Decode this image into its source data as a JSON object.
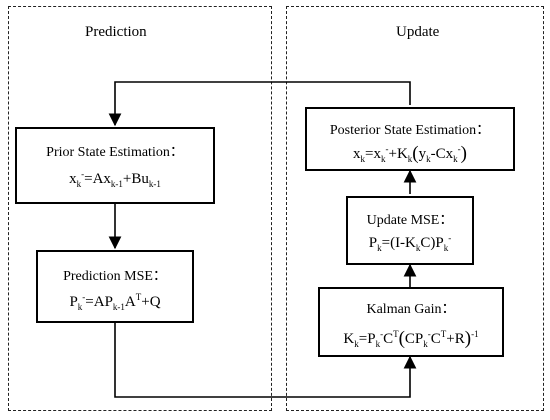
{
  "panels": {
    "prediction": {
      "title": "Prediction"
    },
    "update": {
      "title": "Update"
    }
  },
  "boxes": {
    "prior": {
      "title": "Prior State Estimation：",
      "equation": {
        "lhs": "x",
        "lhs_sub": "k",
        "lhs_sup": "-",
        "eq": "=Ax",
        "t1_sub": "k-1",
        "plus": "+Bu",
        "t2_sub": "k-1"
      }
    },
    "pred_mse": {
      "title": "Prediction MSE：",
      "equation": {
        "lhs": "P",
        "lhs_sub": "k",
        "lhs_sup": "-",
        "eq": "=AP",
        "t1_sub": "k-1",
        "mid": "A",
        "mid_sup": "T",
        "tail": "+Q"
      }
    },
    "posterior": {
      "title": "Posterior State Estimation：",
      "equation": {
        "lhs": "x",
        "lhs_sub": "k",
        "eq": "=x",
        "t1_sub": "k",
        "t1_sup": "-",
        "plus": "+K",
        "k_sub": "k",
        "open": "(",
        "y": "y",
        "y_sub": "k",
        "minus": "-Cx",
        "cx_sub": "k",
        "cx_sup": "-",
        "close": ")"
      }
    },
    "update_mse": {
      "title": "Update MSE：",
      "equation": {
        "lhs": "P",
        "lhs_sub": "k",
        "eq": "=(I-K",
        "k_sub": "k",
        "mid": "C)P",
        "p_sub": "k",
        "p_sup": "-"
      }
    },
    "gain": {
      "title": "Kalman Gain：",
      "equation": {
        "lhs": "K",
        "lhs_sub": "k",
        "eq": "=P",
        "p_sub": "k",
        "p_sup": "-",
        "c": "C",
        "c_sup": "T",
        "open": "(",
        "cp": "CP",
        "cp_sub": "k",
        "cp_sup": "-",
        "c2": "C",
        "c2_sup": "T",
        "tail": "+R",
        "close": ")",
        "exp": "-1"
      }
    }
  }
}
